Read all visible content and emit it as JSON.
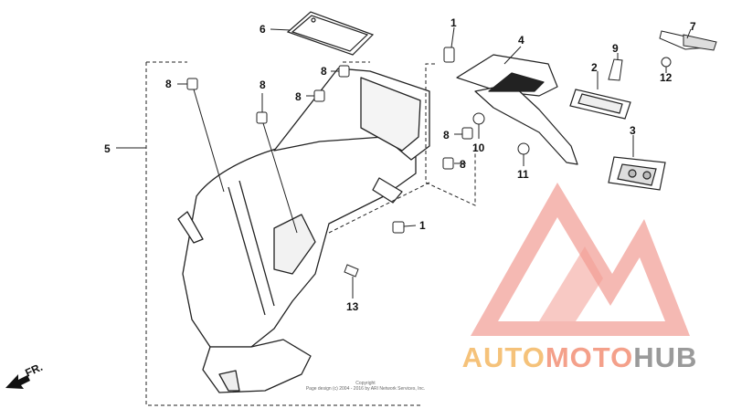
{
  "diagram": {
    "callouts": [
      "1",
      "2",
      "3",
      "4",
      "5",
      "6",
      "7",
      "8",
      "9",
      "10",
      "11",
      "12",
      "13"
    ],
    "front_marker": "FR.",
    "copyright": {
      "line1": "Copyright",
      "line2": "Page design (c) 2004 - 2016 by ARI Network Services, Inc."
    }
  },
  "watermark": {
    "part1": "AUTO",
    "part2": "MOTO",
    "part3": "HUB",
    "colors": {
      "auto": "#f5c27a",
      "moto": "#f4a08a",
      "hub": "#9a9a9a",
      "logo": "#f08a80"
    }
  }
}
